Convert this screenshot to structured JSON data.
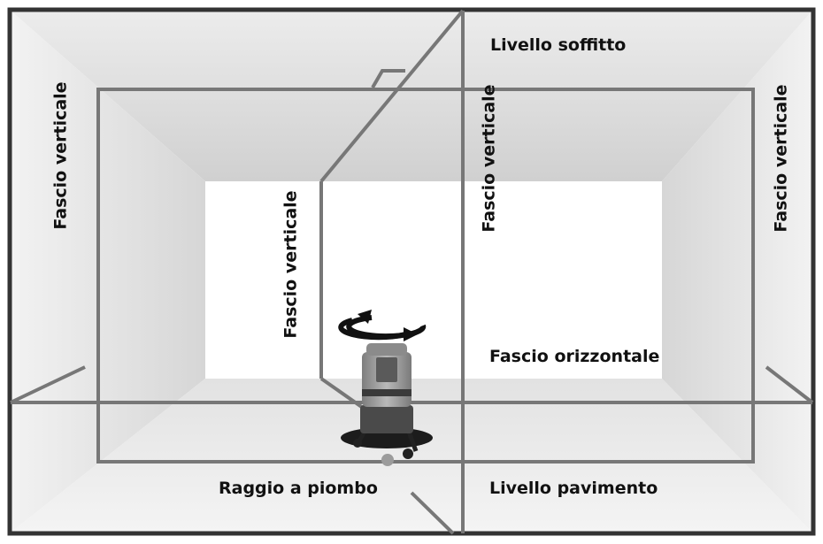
{
  "labels": {
    "ceiling_level": "Livello soffitto",
    "vertical_beam_left": "Fascio verticale",
    "vertical_beam_inner": "Fascio verticale",
    "vertical_beam_center": "Fascio verticale",
    "vertical_beam_right": "Fascio verticale",
    "horizontal_beam": "Fascio orizzontale",
    "plumb_beam": "Raggio a piombo",
    "floor_level": "Livello pavimento"
  },
  "colors": {
    "beam": "#777777",
    "frame": "#333333",
    "ceiling": "#d8d8d8",
    "walls": "#e4e4e4",
    "floor": "#ececec",
    "back_wall": "#ffffff",
    "device_body": "#a0a0a0"
  },
  "icons": {
    "rotation": "rotation-arrow-icon",
    "device": "laser-level-device-icon"
  }
}
